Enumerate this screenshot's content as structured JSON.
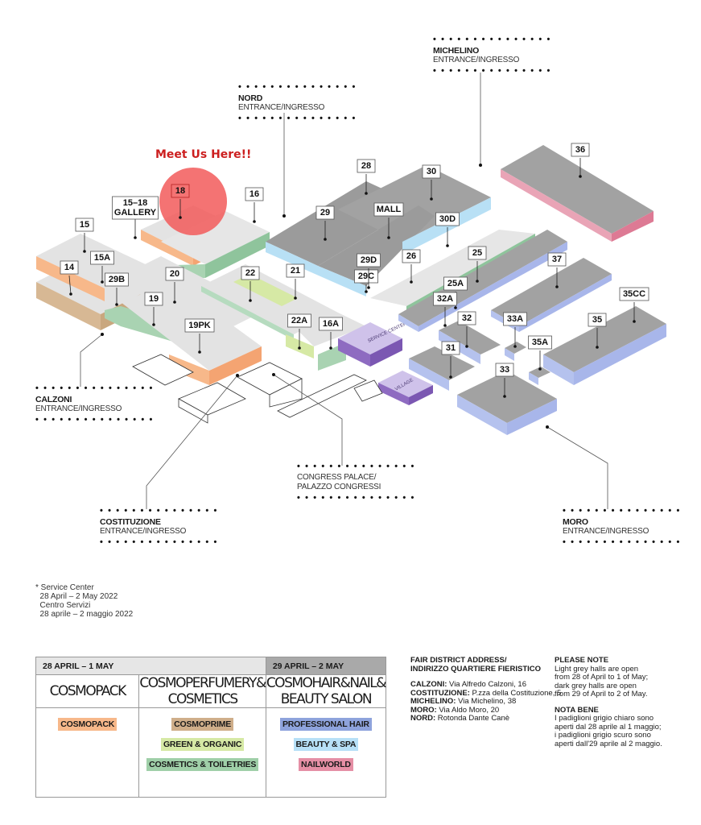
{
  "callout": {
    "text": "Meet Us Here!!",
    "color": "#cc1f1f",
    "highlight_hall": "18"
  },
  "entrances": [
    {
      "id": "nord",
      "name": "NORD",
      "sub": "ENTRANCE/INGRESSO"
    },
    {
      "id": "michelino",
      "name": "MICHELINO",
      "sub": "ENTRANCE/INGRESSO"
    },
    {
      "id": "calzoni",
      "name": "CALZONI",
      "sub": "ENTRANCE/INGRESSO"
    },
    {
      "id": "costituzione",
      "name": "COSTITUZIONE",
      "sub": "ENTRANCE/INGRESSO"
    },
    {
      "id": "moro",
      "name": "MORO",
      "sub": "ENTRANCE/INGRESSO"
    }
  ],
  "congress": {
    "line1": "CONGRESS PALACE/",
    "line2": "PALAZZO CONGRESSI"
  },
  "dots": "• • • • • • • • • • • • • • •",
  "halls": [
    "14",
    "15",
    "15A",
    "15-18 GALLERY",
    "16",
    "16A",
    "18",
    "19",
    "19PK",
    "20",
    "21",
    "22",
    "22A",
    "25",
    "25A",
    "26",
    "28",
    "29",
    "29B",
    "29C",
    "29D",
    "30",
    "30D",
    "31",
    "32",
    "32A",
    "33",
    "33A",
    "35",
    "35A",
    "35CC",
    "36",
    "37",
    "MALL"
  ],
  "buildings": {
    "service_center": "SERVICE CENTER",
    "village": "VILLAGE"
  },
  "service_note": {
    "lines": [
      "* Service Center",
      "  28 April – 2 May 2022",
      "  Centro Servizi",
      "  28 aprile – 2 maggio 2022"
    ]
  },
  "legend": {
    "period1": "28 APRIL – 1 MAY",
    "period2": "29 APRIL – 2 MAY",
    "col1": {
      "logo": "COSMOPACK",
      "tags": [
        {
          "label": "COSMOPACK",
          "color": "#f7b88a"
        }
      ]
    },
    "col2": {
      "logo": "COSMO",
      "logo_sub1": "PERFUMERY&",
      "logo_sub2": "COSMETICS",
      "tags": [
        {
          "label": "COSMOPRIME",
          "color": "#cfae8a"
        },
        {
          "label": "GREEN & ORGANIC",
          "color": "#d6e9a5"
        },
        {
          "label": "COSMETICS & TOILETRIES",
          "color": "#9fcfa8"
        }
      ]
    },
    "col3": {
      "logo": "COSMO",
      "logo_sub1": "HAIR&NAIL&",
      "logo_sub2": "BEAUTY SALON",
      "tags": [
        {
          "label": "PROFESSIONAL HAIR",
          "color": "#8ea3dc"
        },
        {
          "label": "BEAUTY & SPA",
          "color": "#b7e0f7"
        },
        {
          "label": "NAILWORLD",
          "color": "#e58fa5"
        }
      ]
    }
  },
  "address": {
    "title1": "FAIR DISTRICT ADDRESS/",
    "title2": "INDIRIZZO QUARTIERE FIERISTICO",
    "rows": [
      {
        "k": "CALZONI:",
        "v": " Via Alfredo Calzoni, 16"
      },
      {
        "k": "COSTITUZIONE:",
        "v": " P.zza della Costituzione, 5"
      },
      {
        "k": "MICHELINO:",
        "v": " Via Michelino, 38"
      },
      {
        "k": "MORO:",
        "v": " Via Aldo Moro, 20"
      },
      {
        "k": "NORD:",
        "v": " Rotonda Dante Canè"
      }
    ]
  },
  "notes": {
    "en_title": "PLEASE NOTE",
    "en_lines": [
      "Light grey halls are open",
      "from 28 of April to 1 of May;",
      "dark grey halls are open",
      "from 29 of April to 2 of May."
    ],
    "it_title": "NOTA BENE",
    "it_lines": [
      "I padiglioni grigio chiaro sono",
      "aperti dal 28 aprile al 1 maggio;",
      "i padiglioni grigio scuro sono",
      "aperti dall'29 aprile al 2 maggio."
    ]
  }
}
